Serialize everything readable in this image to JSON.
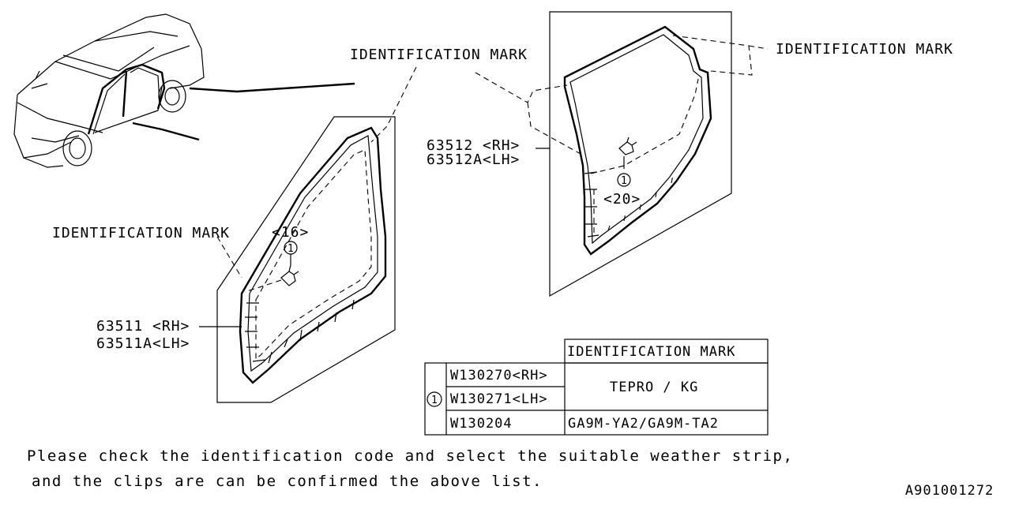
{
  "labels": {
    "id_mark_top_center": "IDENTIFICATION MARK",
    "id_mark_top_right": "IDENTIFICATION MARK",
    "id_mark_left": "IDENTIFICATION MARK",
    "qty_front": "<16>",
    "qty_rear": "<20>",
    "callout_number": "1"
  },
  "parts": {
    "front_rh": "63511 <RH>",
    "front_lh": "63511A<LH>",
    "rear_rh": "63512 <RH>",
    "rear_lh": "63512A<LH>"
  },
  "table": {
    "header": "IDENTIFICATION MARK",
    "callout": "1",
    "rows": [
      {
        "part": "W130270<RH>",
        "mark": "TEPRO / KG"
      },
      {
        "part": "W130271<LH>",
        "mark": ""
      },
      {
        "part": "W130204",
        "mark": "GA9M-YA2/GA9M-TA2"
      }
    ]
  },
  "note": {
    "line1": "Please check the identification code and select the suitable weather strip,",
    "line2": "and the clips are can be confirmed the above list."
  },
  "figure_id": "A901001272"
}
